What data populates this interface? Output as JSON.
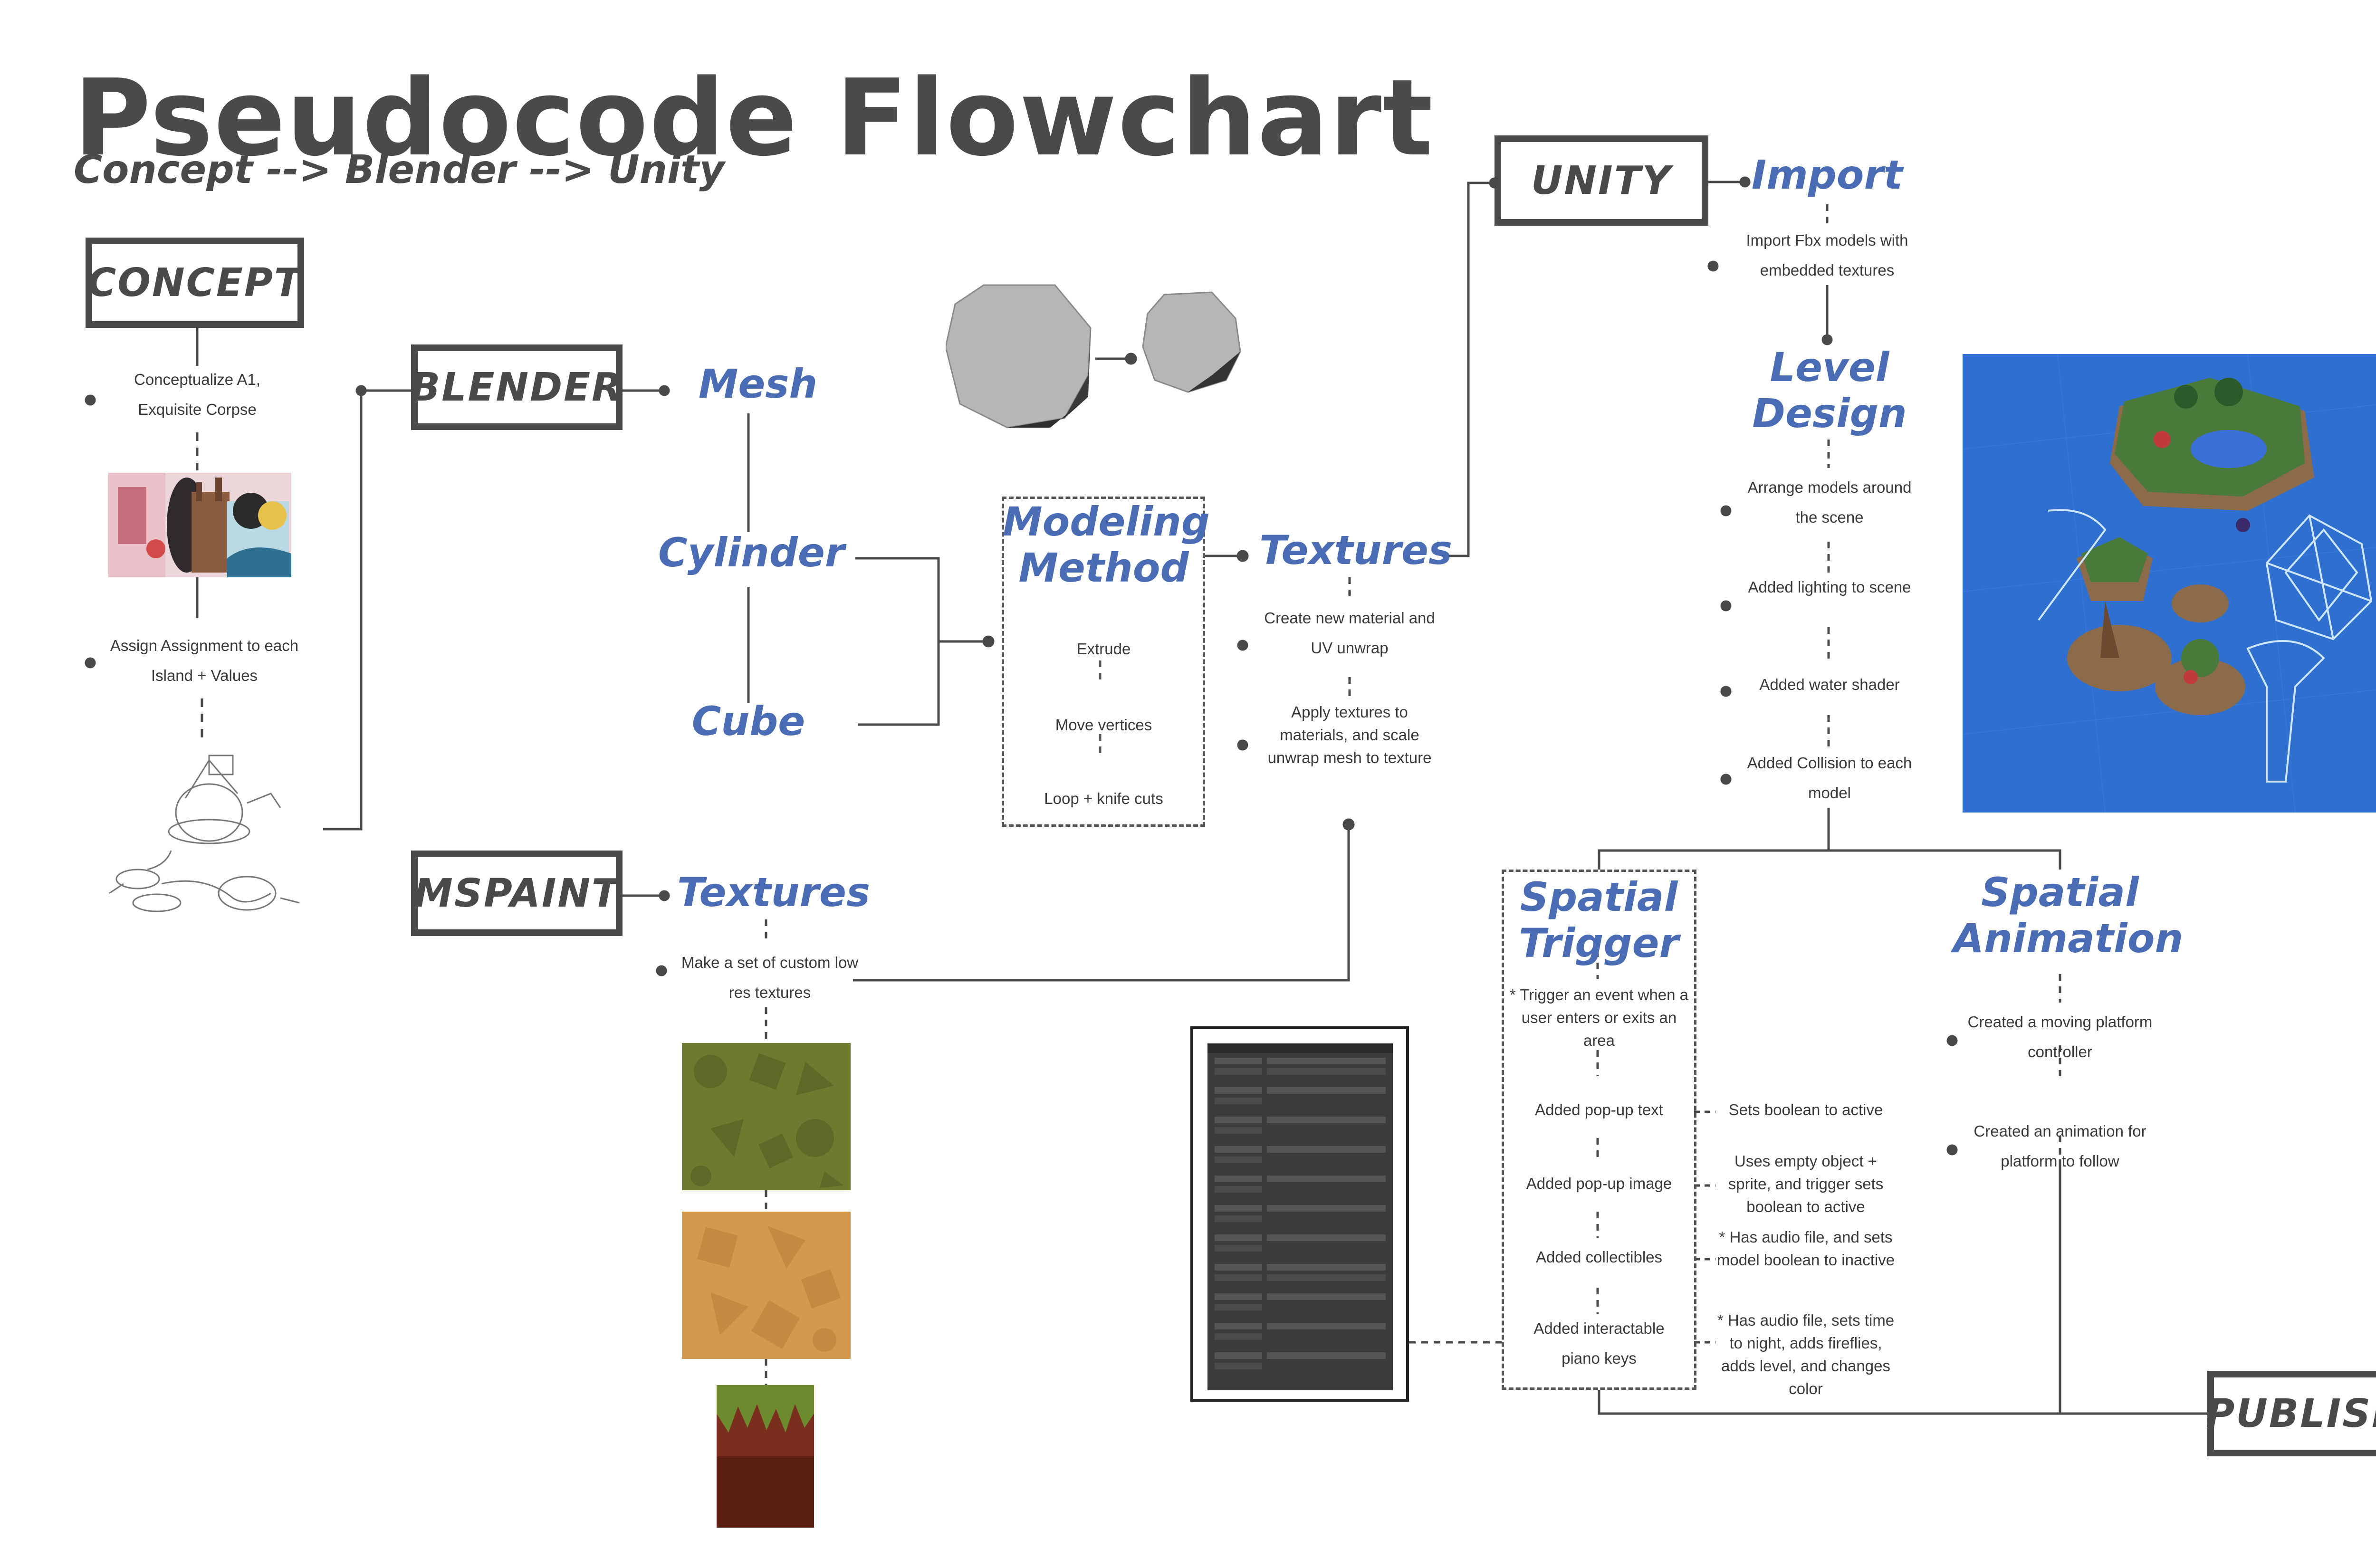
{
  "title": "Pseudocode Flowchart",
  "subtitle": "Concept --> Blender --> Unity",
  "boxes": {
    "concept": "CONCEPT",
    "blender": "BLENDER",
    "mspaint": "MSPAINT",
    "unity": "UNITY",
    "publish": "PUBLISH"
  },
  "concept_notes": {
    "n1": "Conceptualize A1, Exquisite Corpse",
    "n2": "Assign Assignment to each Island + Values"
  },
  "blender": {
    "mesh": "Mesh",
    "cylinder": "Cylinder",
    "cube": "Cube",
    "modeling_method": "Modeling Method",
    "extrude": "Extrude",
    "move_vertices": "Move vertices",
    "loop_knife": "Loop + knife cuts",
    "textures": "Textures",
    "tex_note1": "Create new material and UV unwrap",
    "tex_note2": "Apply textures to materials, and scale unwrap mesh to texture"
  },
  "mspaint": {
    "textures": "Textures",
    "note": "Make a set of custom low res textures"
  },
  "unity": {
    "import": "Import",
    "import_note": "Import Fbx models with embedded textures",
    "level_design": "Level Design",
    "ld1": "Arrange models around the scene",
    "ld2": "Added lighting to scene",
    "ld3": "Added water shader",
    "ld4": "Added Collision to each model"
  },
  "spatial_trigger": {
    "title": "Spatial Trigger",
    "desc": "* Trigger an event when a user enters or exits an area",
    "s1": "Added pop-up text",
    "s2": "Added pop-up image",
    "s3": "Added collectibles",
    "s4": "Added interactable piano keys",
    "r1": "Sets boolean to active",
    "r2": "Uses empty object + sprite, and trigger sets boolean to active",
    "r3": "* Has audio file, and sets model boolean to inactive",
    "r4": "* Has audio file, sets time to night, adds fireflies, adds level, and changes color"
  },
  "spatial_animation": {
    "title": "Spatial Animation",
    "a1": "Created a moving platform controller",
    "a2": "Created an animation for platform to follow"
  },
  "colors": {
    "accent": "#4a6cb4",
    "box_border": "#4a4a48",
    "line": "#4a4a48"
  },
  "icons": [
    "low-poly-rock-icon",
    "unity-events-panel",
    "island-scene-render",
    "grass-texture",
    "sand-texture",
    "dirt-grass-texture"
  ]
}
